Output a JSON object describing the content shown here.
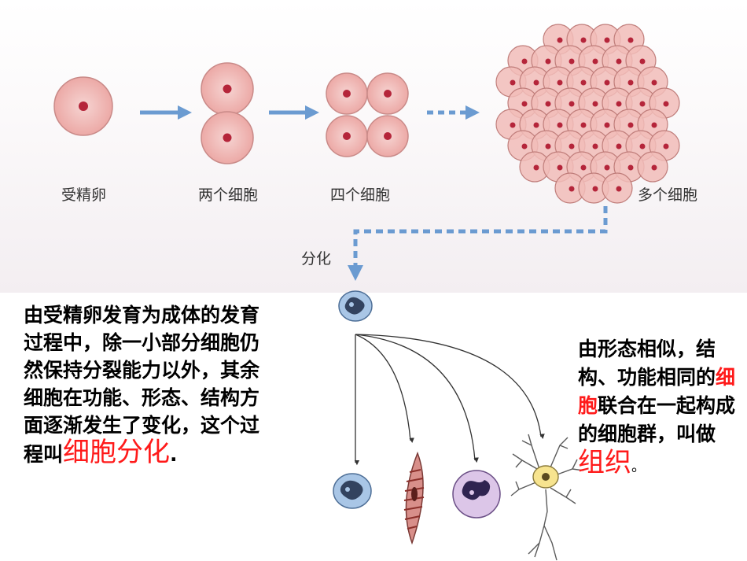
{
  "stages": {
    "fertilized_egg": "受精卵",
    "two_cells": "两个细胞",
    "four_cells": "四个细胞",
    "many_cells": "多个细胞",
    "differentiation": "分化"
  },
  "left_text": {
    "body": "由受精卵发育为成体的发育过程中，除一小部分细胞仍然保持分裂能力以外，其余细胞在功能、形态、结构方面逐渐发生了变化，这个过程叫",
    "highlight": "细胞分化",
    "tail": "."
  },
  "right_text": {
    "part1": "由形态相似，结构、功能相同的",
    "highlight": "细胞",
    "part2": "联合在一起构成的细胞群，叫做",
    "highlight2": "组织",
    "tail": "。"
  },
  "colors": {
    "cell_fill": "#f2b9b6",
    "cell_stroke": "#c98a88",
    "nucleus": "#b5253a",
    "arrow": "#6b9bd1",
    "highlight": "#ff1a1a"
  }
}
